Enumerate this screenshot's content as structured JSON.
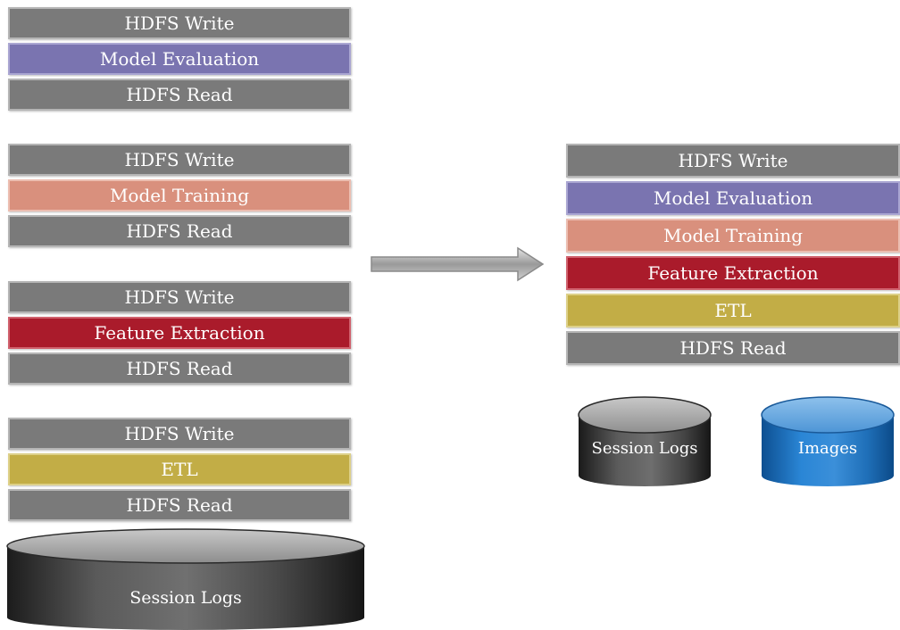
{
  "stacks": [
    {
      "layers": [
        {
          "label": "HDFS Write",
          "color": "gray"
        },
        {
          "label": "Model Evaluation",
          "color": "purple"
        },
        {
          "label": "HDFS Read",
          "color": "gray"
        }
      ]
    },
    {
      "layers": [
        {
          "label": "HDFS Write",
          "color": "gray"
        },
        {
          "label": "Model Training",
          "color": "salmon"
        },
        {
          "label": "HDFS Read",
          "color": "gray"
        }
      ]
    },
    {
      "layers": [
        {
          "label": "HDFS Write",
          "color": "gray"
        },
        {
          "label": "Feature Extraction",
          "color": "red"
        },
        {
          "label": "HDFS Read",
          "color": "gray"
        }
      ]
    },
    {
      "layers": [
        {
          "label": "HDFS Write",
          "color": "gray"
        },
        {
          "label": "ETL",
          "color": "gold"
        },
        {
          "label": "HDFS Read",
          "color": "gray"
        }
      ]
    }
  ],
  "combined_stack": {
    "layers": [
      {
        "label": "HDFS Write",
        "color": "gray"
      },
      {
        "label": "Model Evaluation",
        "color": "purple"
      },
      {
        "label": "Model Training",
        "color": "salmon"
      },
      {
        "label": "Feature Extraction",
        "color": "red"
      },
      {
        "label": "ETL",
        "color": "gold"
      },
      {
        "label": "HDFS Read",
        "color": "gray"
      }
    ]
  },
  "storage": {
    "left_cylinder": {
      "label": "Session Logs",
      "color": "#3a3a3a"
    },
    "right_cylinders": [
      {
        "label": "Session Logs",
        "color": "#3a3a3a"
      },
      {
        "label": "Images",
        "color": "#1f6fb8"
      }
    ]
  },
  "colors": {
    "gray": "#7a7a7a",
    "purple": "#7a74b0",
    "salmon": "#d9907d",
    "red": "#aa1b2b",
    "gold": "#c2ad46"
  }
}
